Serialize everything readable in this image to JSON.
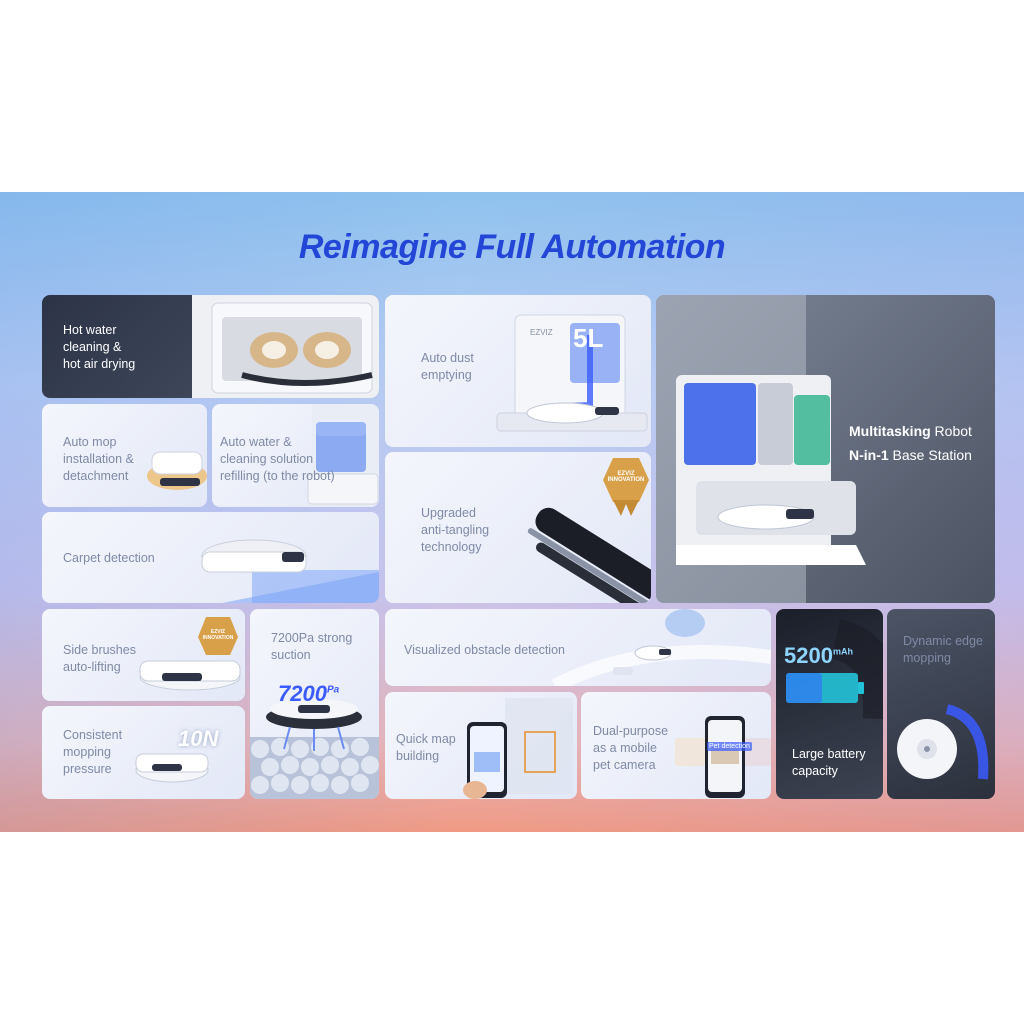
{
  "headline": "Reimagine Full Automation",
  "features": {
    "hot_water": "Hot water\ncleaning &\nhot air drying",
    "auto_mop": "Auto mop\ninstallation &\ndetachment",
    "auto_water": "Auto water &\ncleaning solution\nrefilling (to the robot)",
    "carpet": "Carpet detection",
    "auto_dust": "Auto dust\nemptying",
    "anti_tangling": "Upgraded\nanti-tangling\ntechnology",
    "multitasking_line1_bold": "Multitasking",
    "multitasking_line1_rest": " Robot",
    "multitasking_line2_bold": "N-in-1",
    "multitasking_line2_rest": " Base Station",
    "side_brushes": "Side brushes\nauto-lifting",
    "suction": "7200Pa strong\nsuction",
    "mopping_pressure": "Consistent\nmopping\npressure",
    "obstacle": "Visualized obstacle detection",
    "quick_map": "Quick map\nbuilding",
    "pet_camera": "Dual-purpose\nas a mobile\npet camera",
    "battery": "Large battery\ncapacity",
    "edge_mopping": "Dynamic edge\nmopping"
  },
  "numbers": {
    "dust_capacity": "5L",
    "suction_value": "7200",
    "suction_unit": "Pa",
    "pressure_value": "10N",
    "battery_value": "5200",
    "battery_unit": "mAh"
  },
  "badges": {
    "ezviz_innovation": "EZVIZ\nINNOVATION",
    "brand_logo": "EZVIZ",
    "pet_detection_tag": "Pet detection"
  },
  "colors": {
    "title": "#2346d6",
    "label": "#7f8aa6",
    "accent_blue": "#3b5bff",
    "badge_gold": "#d9a04a"
  }
}
